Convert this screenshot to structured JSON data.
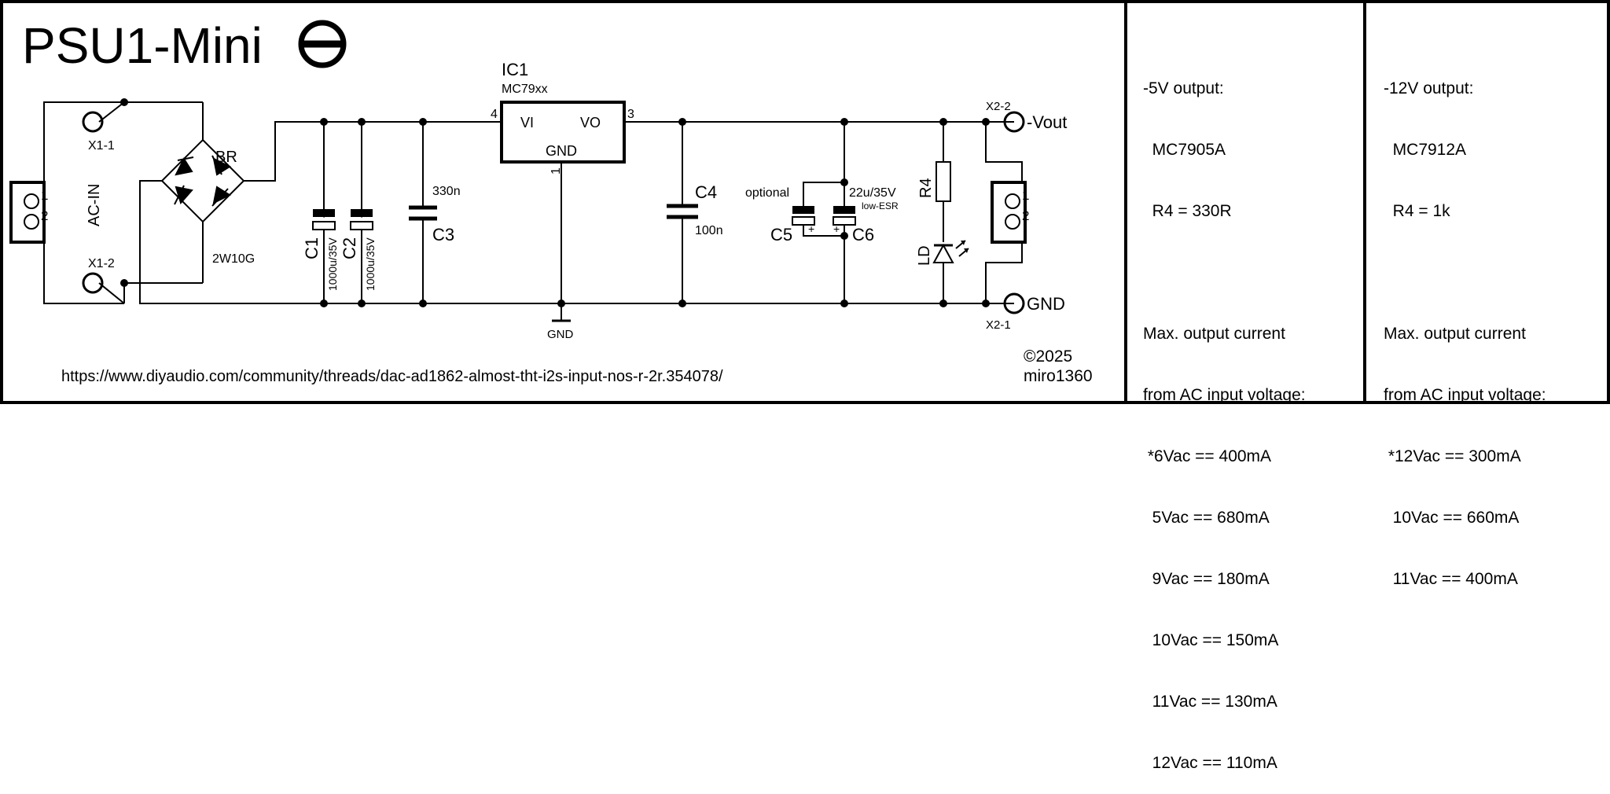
{
  "title": "PSU1-Mini",
  "title_symbol": "minus-circle-icon",
  "input": {
    "connector_pins": [
      "1",
      "2"
    ],
    "label": "AC-IN",
    "terminal_top": "X1-1",
    "terminal_bottom": "X1-2"
  },
  "bridge": {
    "ref": "BR",
    "value": "2W10G"
  },
  "caps": {
    "c1": {
      "ref": "C1",
      "value": "1000u/35V"
    },
    "c2": {
      "ref": "C2",
      "value": "1000u/35V"
    },
    "c3": {
      "ref": "C3",
      "value": "330n"
    },
    "c4": {
      "ref": "C4",
      "value": "100n"
    },
    "c5": {
      "ref": "C5",
      "note": "optional"
    },
    "c6": {
      "ref": "C6",
      "value": "22u/35V",
      "note": "low-ESR"
    },
    "plus_mark": "+"
  },
  "regulator": {
    "ref": "IC1",
    "part": "MC79xx",
    "pin_vi": "VI",
    "pin_vo": "VO",
    "pin_gnd": "GND",
    "pin_1": "1",
    "pin_3": "3",
    "pin_4": "4"
  },
  "ground_symbol": "GND",
  "resistor": {
    "ref": "R4"
  },
  "led": {
    "ref": "LD"
  },
  "output": {
    "terminal_top": "X2-2",
    "terminal_bottom": "X2-1",
    "vout_label": "-Vout",
    "gnd_label": "GND",
    "connector_pins": [
      "1",
      "2"
    ]
  },
  "url": "https://www.diyaudio.com/community/threads/dac-ad1862-almost-tht-i2s-input-nos-r-2r.354078/",
  "copyright": "©2025",
  "author": "miro1360",
  "panel_5v": {
    "heading": "-5V output:",
    "part": "  MC7905A",
    "resistor": "  R4 = 330R",
    "current_title_1": "Max. output current",
    "current_title_2": "from AC input voltage:",
    "rows": [
      " *6Vac == 400mA",
      "  5Vac == 680mA",
      "  9Vac == 180mA",
      "  10Vac == 150mA",
      "  11Vac == 130mA",
      "  12Vac == 110mA"
    ]
  },
  "panel_12v": {
    "heading": "-12V output:",
    "part": "  MC7912A",
    "resistor": "  R4 = 1k",
    "current_title_1": "Max. output current",
    "current_title_2": "from AC input voltage:",
    "rows": [
      " *12Vac == 300mA",
      "  10Vac == 660mA",
      "  11Vac == 400mA"
    ]
  }
}
